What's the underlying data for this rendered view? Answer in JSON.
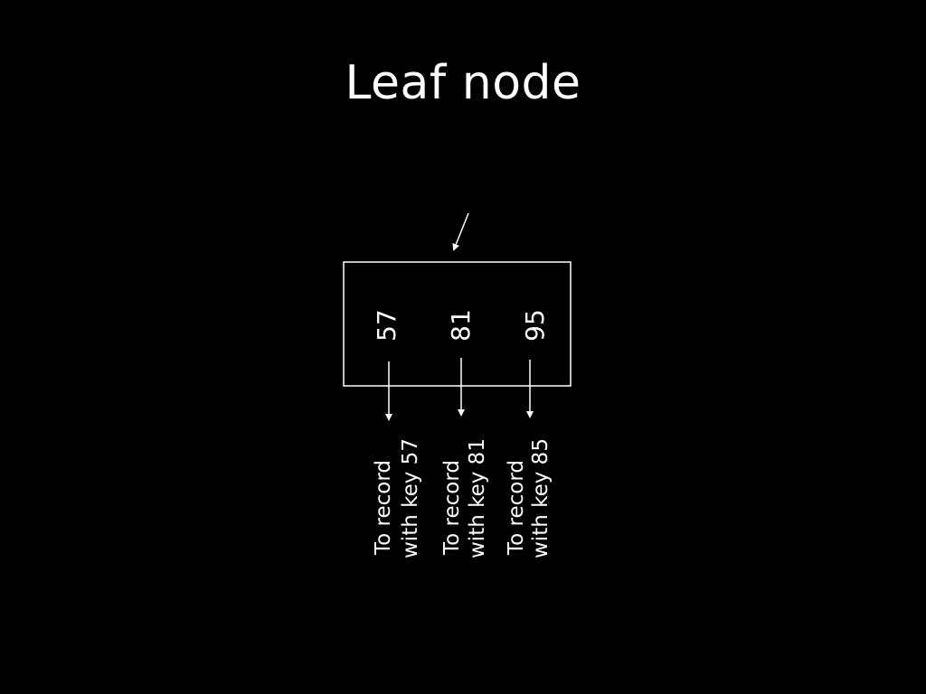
{
  "slide": {
    "title": "Leaf node",
    "background": "#000000",
    "foreground": "#ffffff"
  },
  "node": {
    "keys": [
      "57",
      "81",
      "95"
    ],
    "pointers": [
      {
        "line1": "To record",
        "line2": "with key 57"
      },
      {
        "line1": "To record",
        "line2": "with key 81"
      },
      {
        "line1": "To record",
        "line2": "with key 85"
      }
    ]
  }
}
